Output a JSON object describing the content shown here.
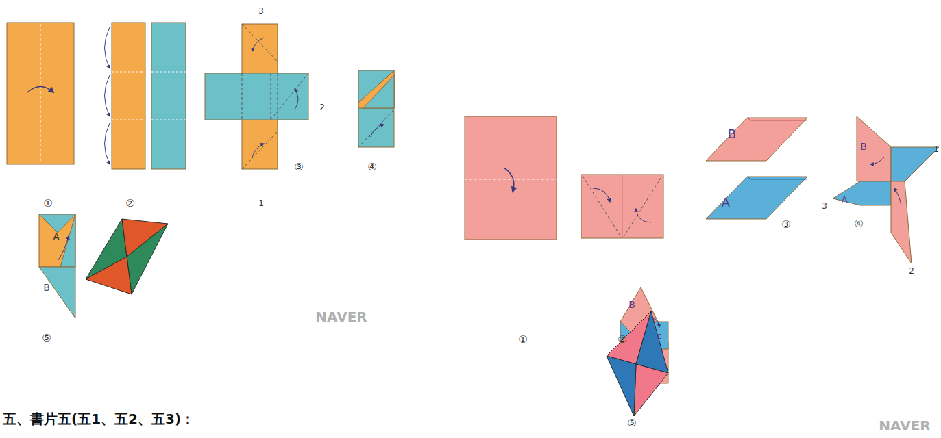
{
  "diagram": {
    "labels": [
      "①",
      "②",
      "3",
      "2",
      "③",
      "1",
      "④",
      "A",
      "B",
      "⑤",
      "NAVER",
      "①",
      "②",
      "B",
      "A",
      "③",
      "1",
      "B",
      "A",
      "3",
      "2",
      "④",
      "B",
      "c",
      "⑤",
      "NAVER",
      "五、書片五(五1、五2、五3)："
    ]
  }
}
